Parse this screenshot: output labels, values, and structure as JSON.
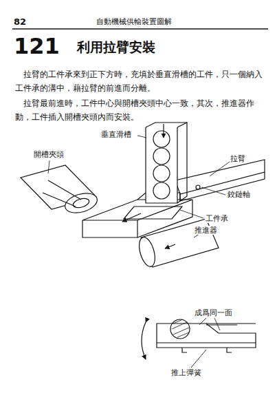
{
  "diagram": {
    "title": "利用拉臂安裝",
    "labels": [
      "82",
      "自動機械供輸裝置圖解",
      "121",
      "拉臂的工件承來到正下方時，充填於垂直滑槽的工件，只一個納入工件承的溝中，藉拉臂的前進而分離。",
      "拉臂最前進時，工件中心與開槽夾頭中心一致，其次，推進器作動，工件插入開槽夾頭內而安裝。",
      "垂直滑槽",
      "拉臂",
      "開槽夾頭",
      "鉸鏈軸",
      "工件承",
      "推進器",
      "成爲同一面",
      "推上彈簧"
    ]
  }
}
